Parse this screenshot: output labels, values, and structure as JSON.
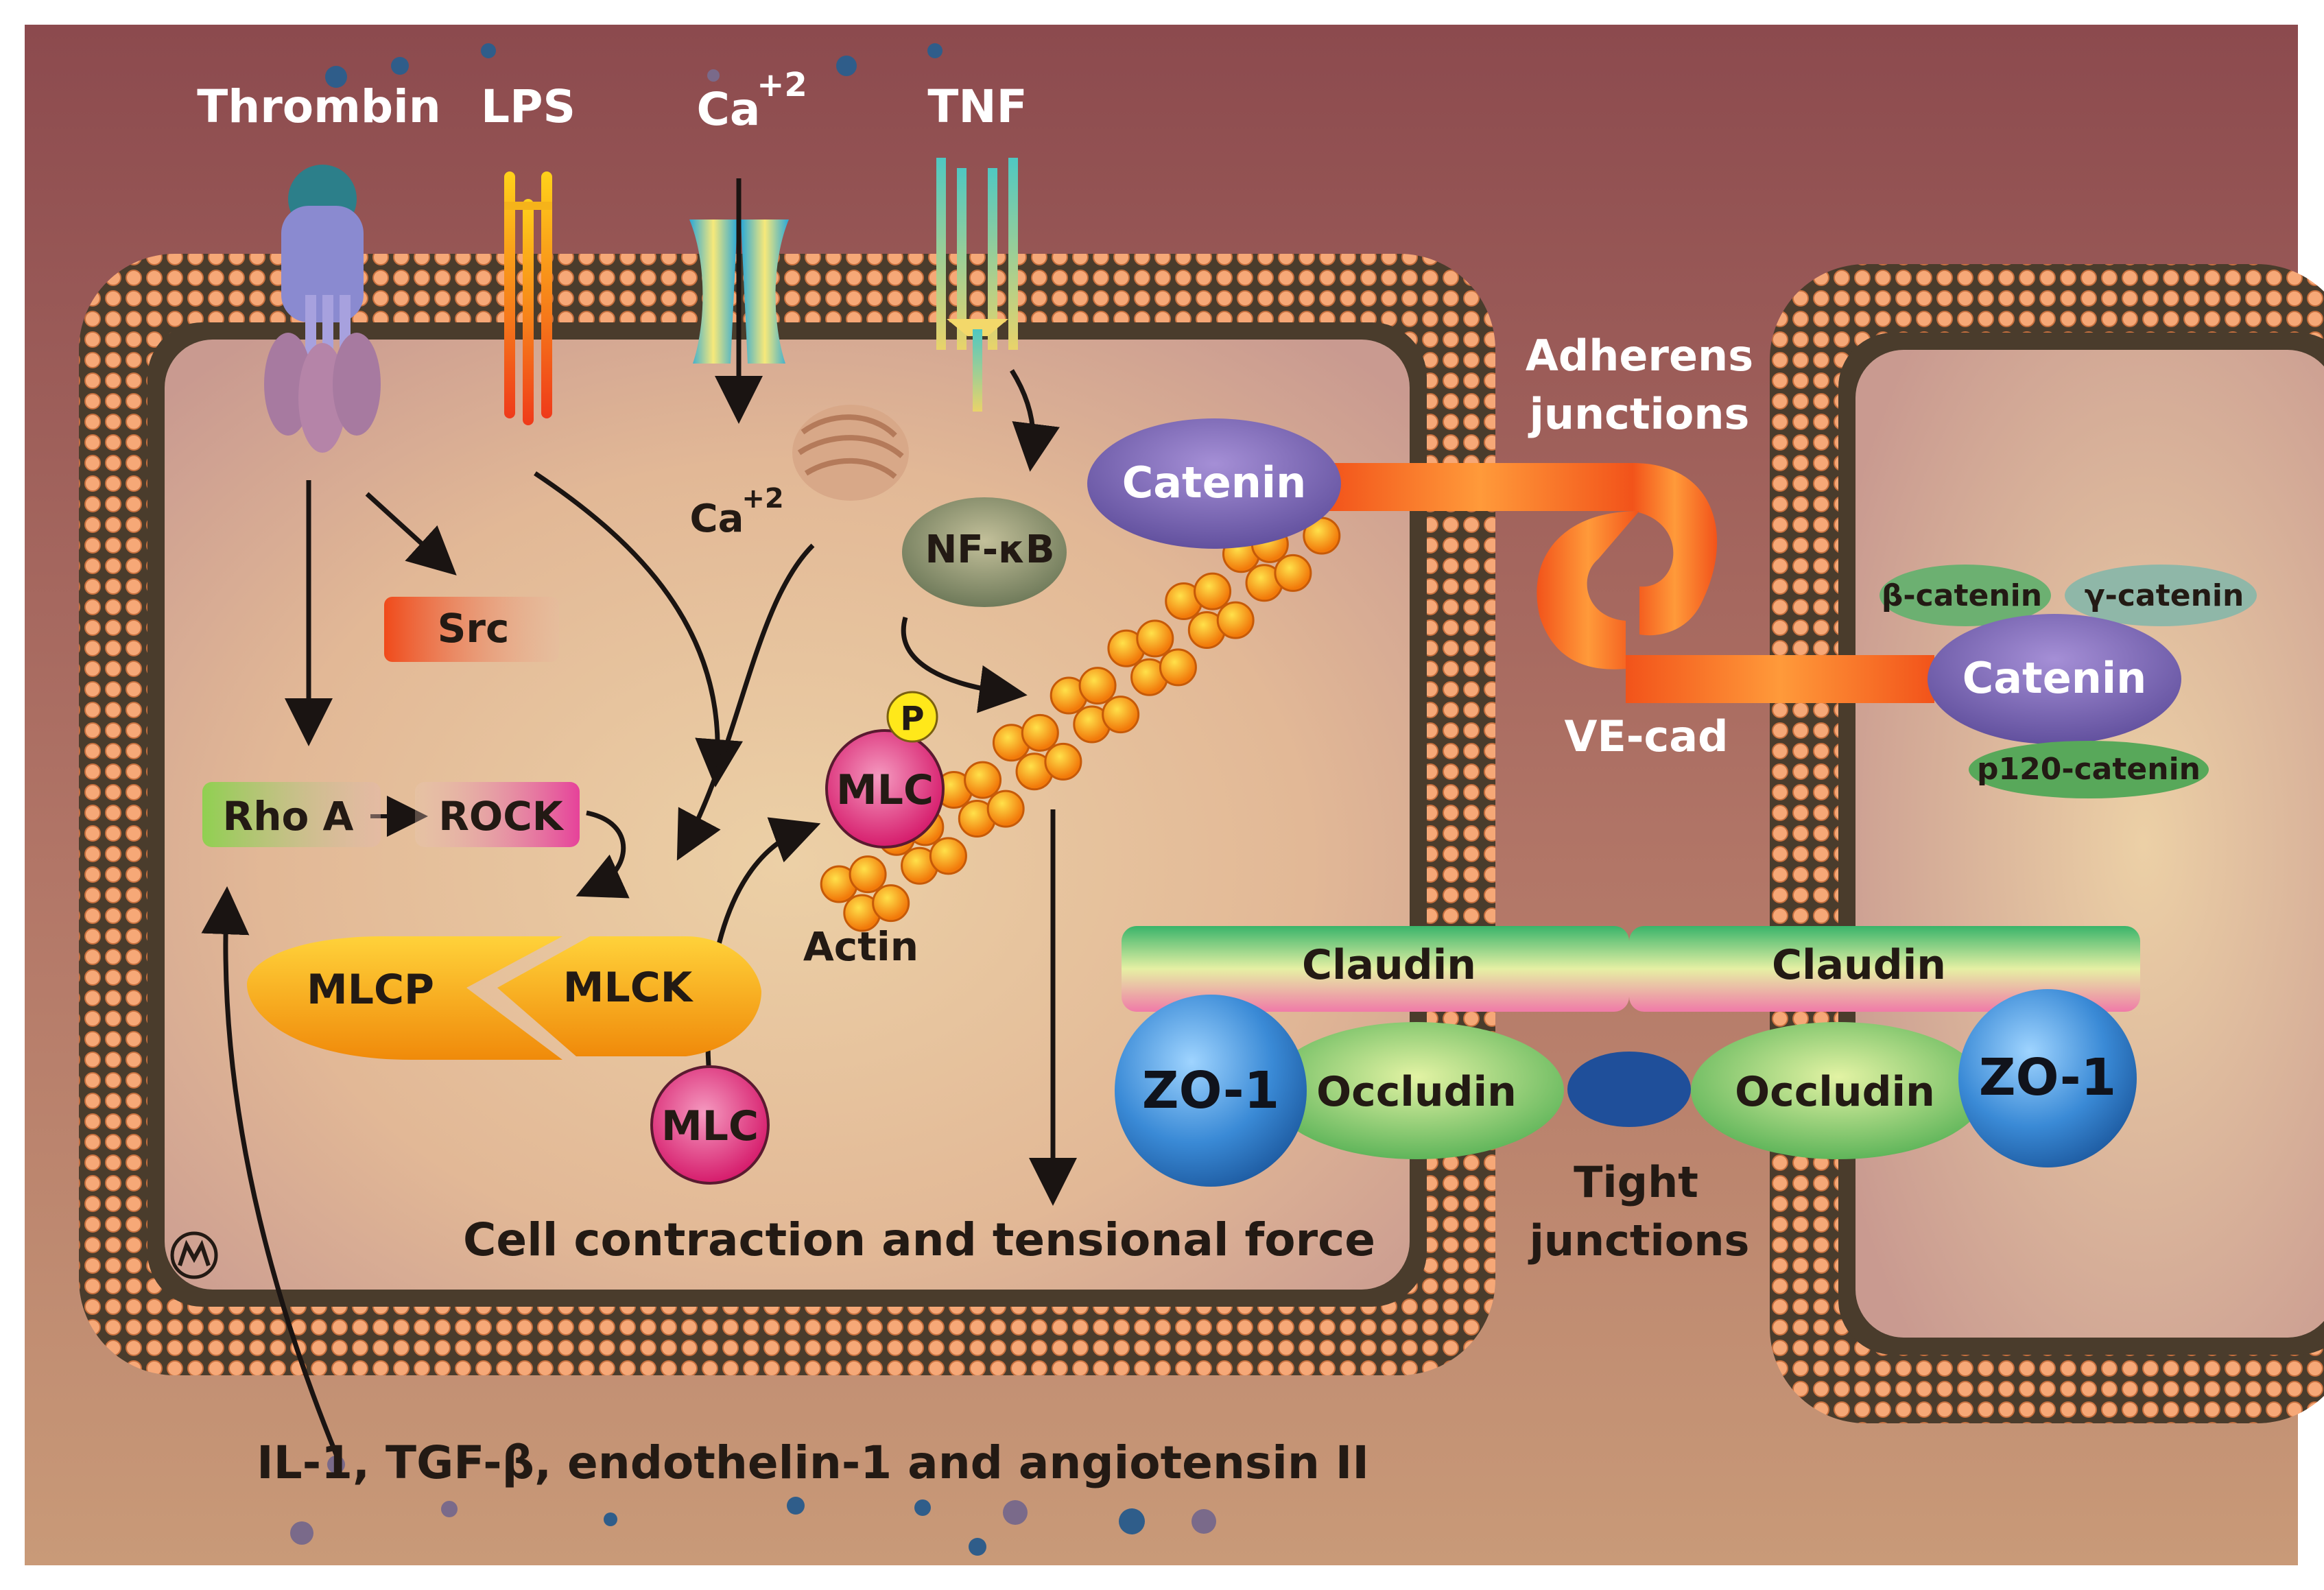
{
  "colors": {
    "background_top": "#8c4a4e",
    "background_bottom": "#c99a78",
    "membrane_head": "#f6a877",
    "membrane_band": "#4a3c2c",
    "cytoplasm": "#e9c29a",
    "catenin": "#7a6cb0",
    "vecad": "#f26a1b",
    "actin": "#f59a0a",
    "mlc": "#e2417a",
    "mlcp": "#f7a20c",
    "zo1": "#2f7fd0",
    "occludin": "#8ccf7a",
    "claudin": "#b9dd93",
    "arrow": "#1a1412"
  },
  "labels": {
    "thrombin": "Thrombin",
    "lps": "LPS",
    "ca_top": "Ca",
    "ca_top_sup": "+2",
    "tnf": "TNF",
    "ca_inner": "Ca",
    "ca_inner_sup": "+2",
    "nfkb": "NF-κB",
    "src": "Src",
    "rho_a": "Rho A",
    "rock": "ROCK",
    "mlcp": "MLCP",
    "mlck": "MLCK",
    "mlc_phos": "MLC",
    "phospho": "P",
    "mlc": "MLC",
    "actin": "Actin",
    "catenin_left": "Catenin",
    "catenin_right": "Catenin",
    "adherens_1": "Adherens",
    "adherens_2": "junctions",
    "vecad": "VE-cad",
    "beta_catenin": "β-catenin",
    "gamma_catenin": "γ-catenin",
    "p120_catenin": "p120-catenin",
    "claudin_left": "Claudin",
    "claudin_right": "Claudin",
    "zo1_left": "ZO-1",
    "zo1_right": "ZO-1",
    "occludin_left": "Occludin",
    "occludin_right": "Occludin",
    "tight_1": "Tight",
    "tight_2": "junctions",
    "contraction": "Cell contraction and tensional force",
    "mediators": "IL-1, TGF-β, endothelin-1 and angiotensin II"
  }
}
